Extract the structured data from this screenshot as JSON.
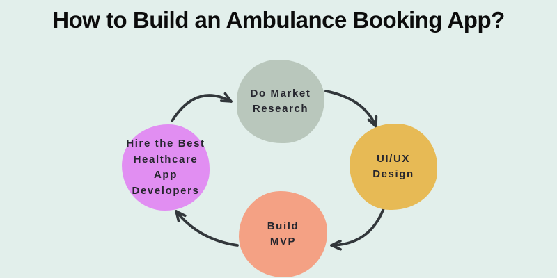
{
  "title": "How to Build an Ambulance Booking App?",
  "steps": [
    {
      "id": "do-market-research",
      "label": "Do Market\nResearch",
      "color": "#b9c7bc",
      "position": "top"
    },
    {
      "id": "ui-ux-design",
      "label": "UI/UX\nDesign",
      "color": "#e7ba55",
      "position": "right"
    },
    {
      "id": "build-mvp",
      "label": "Build\nMVP",
      "color": "#f4a184",
      "position": "bottom"
    },
    {
      "id": "hire-developers",
      "label": "Hire the Best\nHealthcare\nApp\nDevelopers",
      "color": "#e18ef2",
      "position": "left"
    }
  ],
  "flow": [
    {
      "from": "hire-developers",
      "to": "do-market-research"
    },
    {
      "from": "do-market-research",
      "to": "ui-ux-design"
    },
    {
      "from": "ui-ux-design",
      "to": "build-mvp"
    },
    {
      "from": "build-mvp",
      "to": "hire-developers"
    }
  ],
  "colors": {
    "background": "#e2efeb",
    "title_text": "#0c0c0c",
    "node_text": "#26262e",
    "arrow": "#32373b"
  }
}
